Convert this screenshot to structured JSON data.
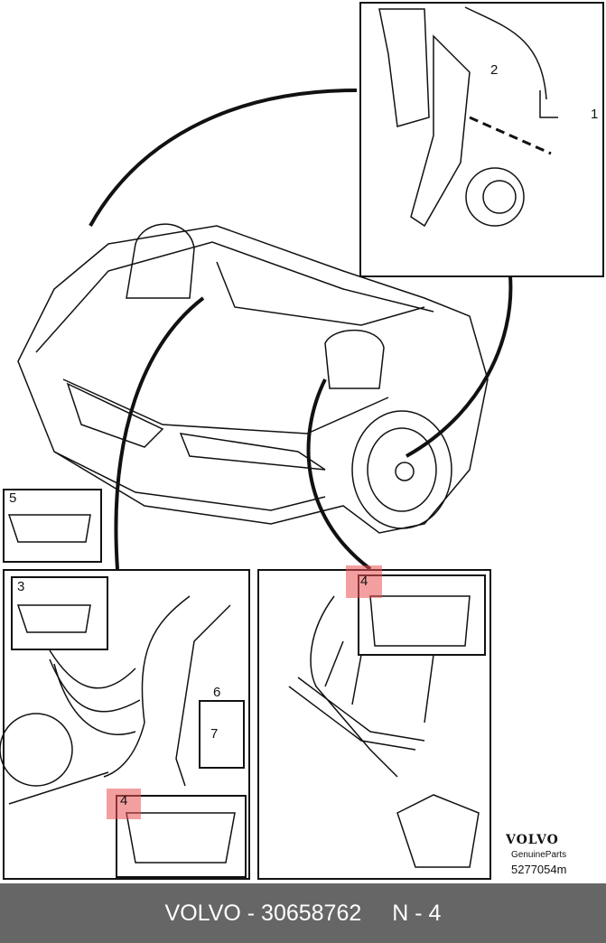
{
  "callouts": {
    "c1": "1",
    "c2": "2",
    "c3": "3",
    "c4a": "4",
    "c4b": "4",
    "c5": "5",
    "c6": "6",
    "c7": "7"
  },
  "logo": {
    "brand": "VOLVO",
    "subtitle": "GenuineParts",
    "code": "5277054m"
  },
  "footer": {
    "part": "VOLVO - 30658762",
    "position": "N - 4"
  },
  "colors": {
    "highlight": "#eb5050",
    "footer_bg": "#666666"
  }
}
